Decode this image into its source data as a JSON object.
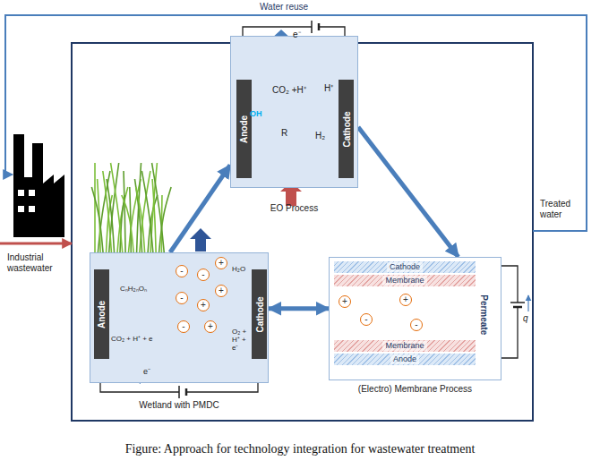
{
  "diagram": {
    "caption": "Figure: Approach for technology integration for wastewater treatment",
    "nodes": [
      {
        "text": [
          "EO Process"
        ]
      },
      {
        "text": [
          "Anode"
        ],
        "in": 0
      },
      {
        "text": [
          "Cathode"
        ],
        "in": 0
      },
      {
        "text": [
          "Wetland with PMDC"
        ]
      },
      {
        "text": [
          "Anode"
        ],
        "in": 3
      },
      {
        "text": [
          "Cathode"
        ],
        "in": 3
      },
      {
        "text": [
          "(Electro) Membrane Process"
        ]
      },
      {
        "text": [
          "Cathode"
        ],
        "in": 6
      },
      {
        "text": [
          "Membrane"
        ],
        "in": 6
      },
      {
        "text": [
          "Membrane"
        ],
        "in": 6
      },
      {
        "text": [
          "Anode"
        ],
        "in": 6
      }
    ],
    "edges": [
      {
        "from": 3,
        "to": 0,
        "arrow": "to"
      },
      {
        "from": 0,
        "to": 6,
        "arrow": "to"
      },
      {
        "from": 3,
        "to": 6,
        "arrow": "both"
      }
    ],
    "labels": [
      "Water reuse",
      "e⁻",
      "OH",
      "R",
      "CO₂ +H⁺",
      "H⁺",
      "H₂",
      "Treated water",
      "Industrial wastewater",
      "CₙH₂ₙOₙ",
      "CO₂ + H⁺ + e",
      "H₂O",
      "O₂ + H⁺ + e⁻",
      "e⁻",
      "Permeate",
      "q",
      "-",
      "-",
      "+",
      "-",
      "+",
      "+",
      "-",
      "+",
      "+",
      "+",
      "-",
      "-"
    ]
  }
}
